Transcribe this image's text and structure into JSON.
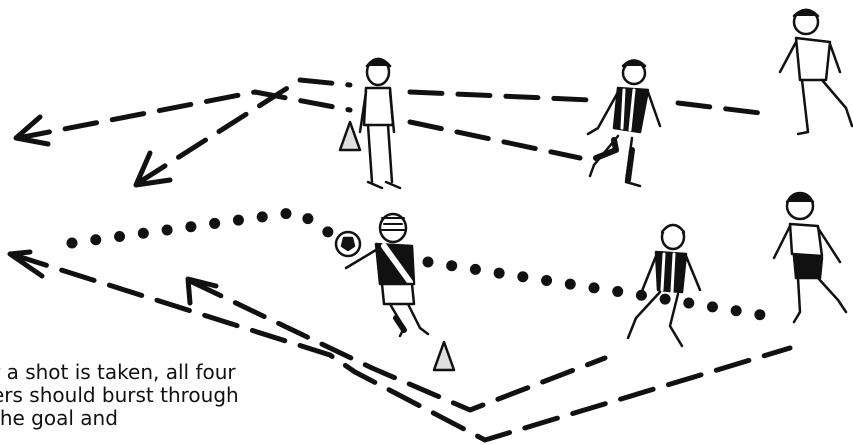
{
  "caption": {
    "line1": "r a shot is taken, all four",
    "line2": "ers should burst through",
    "line3": "the goal and"
  },
  "colors": {
    "ink": "#111111",
    "shirt_light": "#ffffff",
    "cone_fill": "#e0e0e0"
  },
  "icons": [
    "player-figure",
    "cone-marker",
    "soccer-ball",
    "arrow-head"
  ]
}
